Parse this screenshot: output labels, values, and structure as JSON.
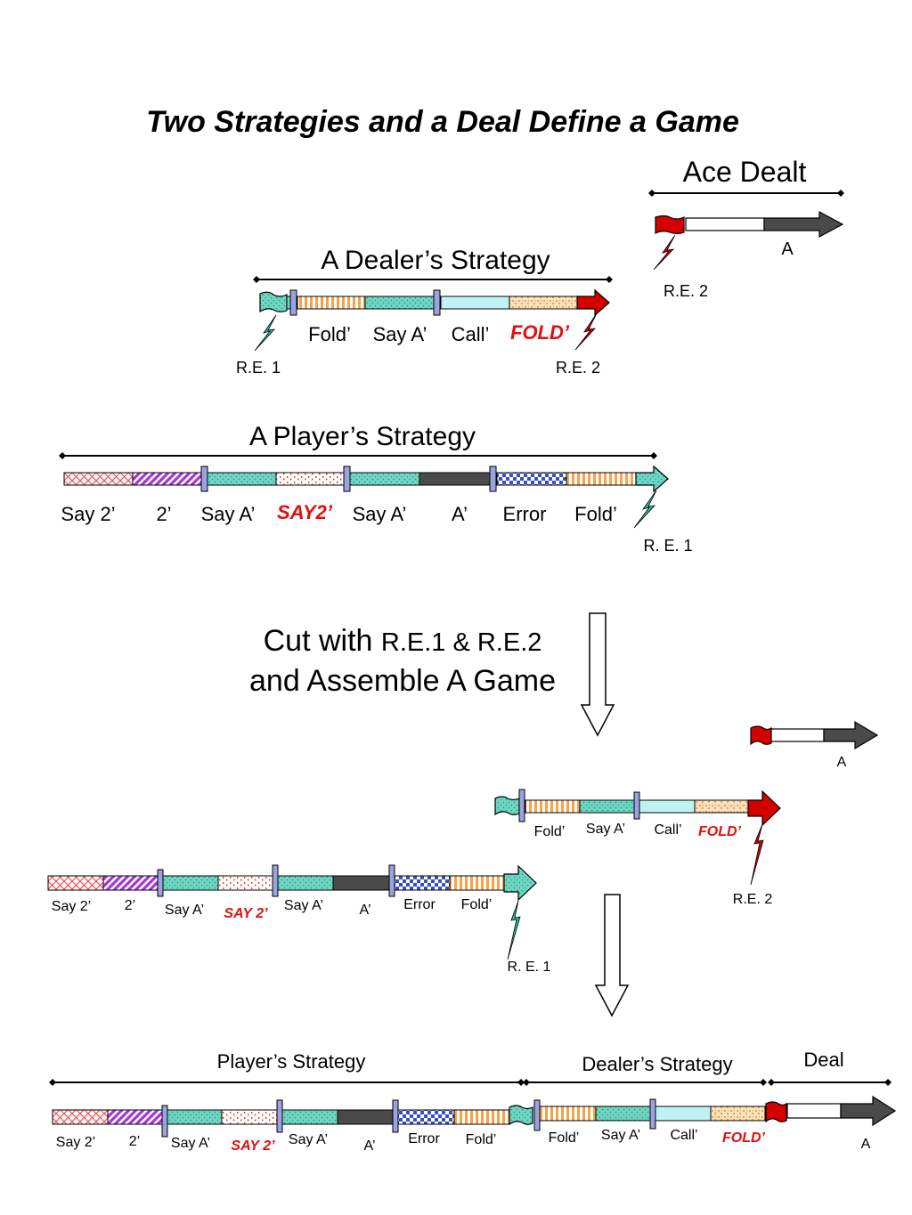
{
  "title": "Two Strategies and a Deal Define a Game",
  "colors": {
    "teal": "#6fd6c2",
    "white": "#ffffff",
    "dark": "#4a4a4a",
    "red_tag": "#d40000",
    "orange": "#f6a24a",
    "purple": "#a436d6",
    "blue_check": "#3a4fc4",
    "light_cyan": "#bff3f3",
    "sep": "#9aa3e0",
    "label_red": "#e01010"
  },
  "ace_dealt": {
    "heading": "Ace Dealt",
    "card": "A",
    "re_label": "R.E. 2"
  },
  "dealer": {
    "heading": "A Dealer’s Strategy",
    "labels": [
      "Fold’",
      "Say A’",
      "Call’"
    ],
    "fold_label": "FOLD’",
    "re1": "R.E. 1",
    "re2": "R.E. 2"
  },
  "player": {
    "heading": "A Player’s Strategy",
    "labels": [
      "Say 2’",
      "2’",
      "Say A’",
      "Say A’",
      "A’",
      "Error",
      "Fold’"
    ],
    "say2_label": "SAY2’",
    "re1": "R. E. 1"
  },
  "cut": {
    "line1_a": "Cut with ",
    "line1_b": "R.E.1 & R.E.2",
    "line2": "and Assemble A Game"
  },
  "assembled_parts": {
    "deal_card": "A",
    "dealer_labels": [
      "Fold’",
      "Say A’",
      "Call’"
    ],
    "dealer_fold": "FOLD’",
    "re2": "R.E. 2",
    "player_labels": [
      "Say 2’",
      "2’",
      "Say A’",
      "Say A’",
      "A’",
      "Error",
      "Fold’"
    ],
    "player_say2": "SAY 2’",
    "re1": "R. E. 1"
  },
  "game": {
    "player_heading": "Player’s Strategy",
    "dealer_heading": "Dealer’s Strategy",
    "deal_heading": "Deal",
    "player_labels": [
      "Say 2’",
      "2’",
      "Say A’",
      "Say A’",
      "A’",
      "Error",
      "Fold’"
    ],
    "player_say2": "SAY 2’",
    "dealer_labels": [
      "Fold’",
      "Say A’",
      "Call’"
    ],
    "dealer_fold": "FOLD’",
    "card": "A"
  }
}
